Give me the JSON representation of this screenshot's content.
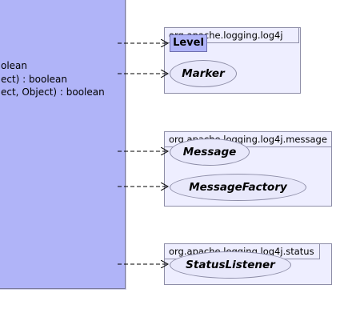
{
  "main_class": {
    "methods": [
      "olean",
      "ect) : boolean",
      "ect, Object) : boolean"
    ]
  },
  "packages": [
    {
      "name": "org.apache.logging.log4j",
      "items": [
        {
          "kind": "enum",
          "label": "Level"
        },
        {
          "kind": "interface",
          "label": "Marker"
        }
      ]
    },
    {
      "name": "org.apache.logging.log4j.message",
      "items": [
        {
          "kind": "interface",
          "label": "Message"
        },
        {
          "kind": "interface",
          "label": "MessageFactory"
        }
      ]
    },
    {
      "name": "org.apache.logging.log4j.status",
      "items": [
        {
          "kind": "interface",
          "label": "StatusListener"
        }
      ]
    }
  ],
  "colors": {
    "class_fill": "#b0b4f8",
    "package_fill": "#eeeeff",
    "interface_fill": "#e8e8fb",
    "arrow": "#000000"
  }
}
